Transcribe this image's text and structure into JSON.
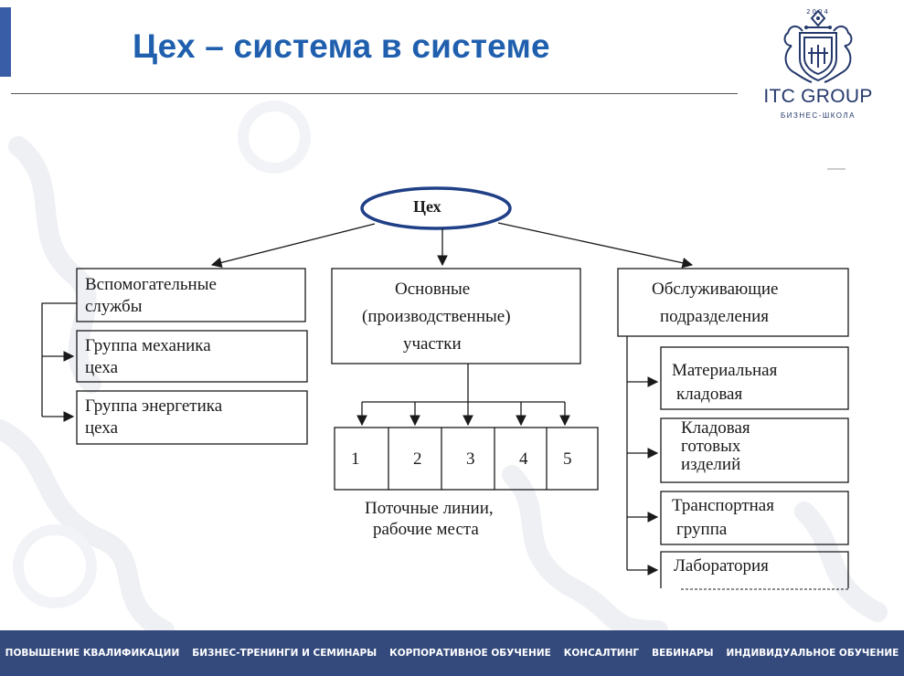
{
  "slide": {
    "title": "Цех – система в системе"
  },
  "logo": {
    "name": "ITC GROUP",
    "subtitle": "БИЗНЕС-ШКОЛА",
    "year": "2004"
  },
  "diagram": {
    "root": "Цех",
    "auxiliary": {
      "title": [
        "Вспомогательные",
        "службы"
      ],
      "children": [
        [
          "Группа механика",
          "цеха"
        ],
        [
          "Группа энергетика",
          "цеха"
        ]
      ]
    },
    "main": {
      "title": [
        "Основные",
        "(производственные)",
        "участки"
      ],
      "cells": [
        "1",
        "2",
        "3",
        "4",
        "5"
      ],
      "caption": [
        "Поточные линии,",
        "рабочие места"
      ]
    },
    "service": {
      "title": [
        "Обслуживающие",
        "подразделения"
      ],
      "children": [
        [
          "Материальная",
          "кладовая"
        ],
        [
          "Кладовая",
          "готовых",
          "изделий"
        ],
        [
          "Транспортная",
          "группа"
        ],
        [
          "Лаборатория"
        ]
      ]
    }
  },
  "footer": {
    "items": [
      "ПОВЫШЕНИЕ КВАЛИФИКАЦИИ",
      "БИЗНЕС-ТРЕНИНГИ И СЕМИНАРЫ",
      "КОРПОРАТИВНОЕ ОБУЧЕНИЕ",
      "КОНСАЛТИНГ",
      "ВЕБИНАРЫ",
      "ИНДИВИДУАЛЬНОЕ ОБУЧЕНИЕ"
    ]
  },
  "colors": {
    "title": "#1f5fae",
    "accent": "#3a5da8",
    "footer_bg": "#344a7c",
    "logo": "#24386b",
    "diagram_line": "#1a1a1a",
    "ellipse_stroke": "#1f3f86"
  }
}
